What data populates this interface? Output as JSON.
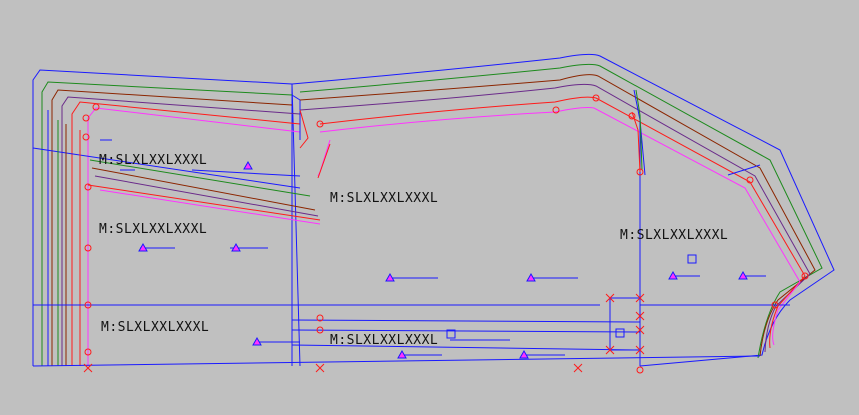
{
  "colors": {
    "background": "#c0c0c0",
    "blue": "#1a1aff",
    "green": "#1d8a1d",
    "brown": "#8b2500",
    "purple": "#6a2a8a",
    "red": "#ff1a1a",
    "magenta": "#ff33ff",
    "text": "#111111"
  },
  "labels": {
    "label_1": "M:SLXLXXLXXXL",
    "label_2": "M:SLXLXXLXXXL",
    "label_3": "M:SLXLXXLXXXL",
    "label_4": "M:SLXLXXLXXXL",
    "label_5": "M:SLXLXXLXXXL",
    "label_6": "M:SLXLXXLXXXL"
  },
  "icons": {
    "grain_marker": "triangle-marker-icon",
    "notch_marker": "cross-marker-icon",
    "drill_marker": "square-marker-icon",
    "point_marker": "circle-cross-icon"
  }
}
